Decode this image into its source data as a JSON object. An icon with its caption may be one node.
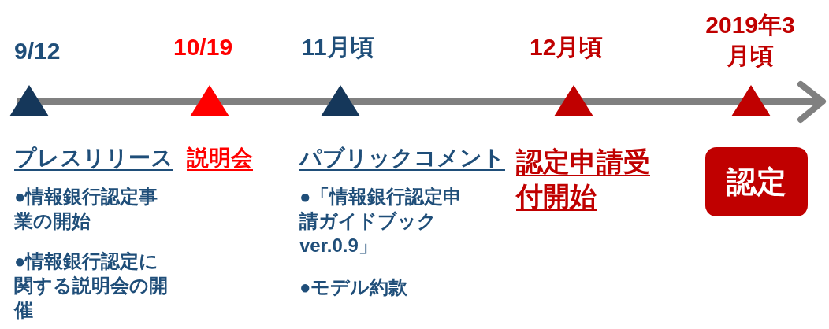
{
  "diagram": {
    "nodes": [
      {
        "text": [
          "認定"
        ]
      }
    ],
    "edges": [],
    "labels": [
      "9/12",
      "プレスリリース",
      "●情報銀行認定事業の開始",
      "●情報銀行認定に関する説明会の開催",
      "10/19",
      "説明会",
      "11月頃",
      "パブリックコメント",
      "●「情報銀行認定申請ガイドブックver.0.9」",
      "●モデル約款",
      "12月頃",
      "認定申請受付開始",
      "2019年3月頃"
    ]
  }
}
